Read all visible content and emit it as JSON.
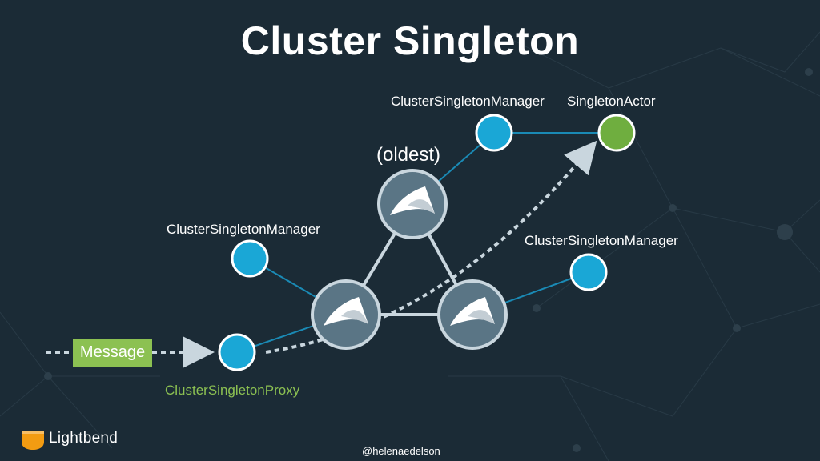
{
  "title": "Cluster Singleton",
  "labels": {
    "manager_top": "ClusterSingletonManager",
    "singleton_actor": "SingletonActor",
    "oldest": "(oldest)",
    "manager_left": "ClusterSingletonManager",
    "manager_right": "ClusterSingletonManager",
    "proxy": "ClusterSingletonProxy",
    "message": "Message"
  },
  "footer": {
    "brand": "Lightbend",
    "handle": "@helenaedelson"
  },
  "colors": {
    "background": "#1b2b36",
    "manager_node": "#1aa7d6",
    "actor_node": "#6fae3f",
    "cluster_node": "#5a7585",
    "message_box": "#8cc152",
    "proxy_label": "#8cc152",
    "edge": "#1a8ab5",
    "triangle_edge": "#c9d6de",
    "brand_orange": "#f39c12"
  },
  "icons": {
    "cluster_node": "akka-logo-icon",
    "brand": "lightbend-logo-icon"
  }
}
